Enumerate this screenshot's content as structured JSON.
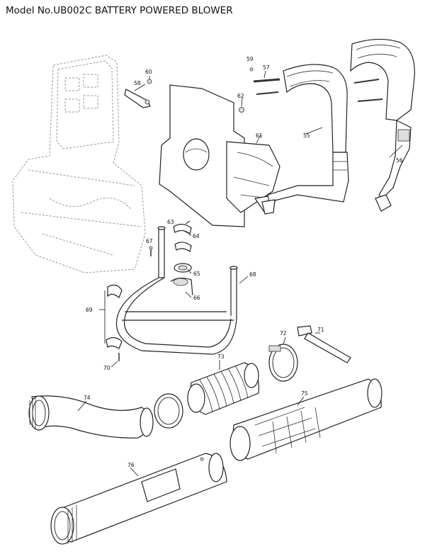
{
  "title": "Model No.UB002C BATTERY POWERED BLOWER",
  "part_numbers": {
    "p55": "55",
    "p56": "56",
    "p57": "57",
    "p58": "58",
    "p59": "59",
    "p60": "60",
    "p61": "61",
    "p62": "62",
    "p63": "63",
    "p64": "64",
    "p65": "65",
    "p66": "66",
    "p67": "67",
    "p68": "68",
    "p69": "69",
    "p70": "70",
    "p71": "71",
    "p72": "72",
    "p73": "73",
    "p74": "74",
    "p75": "75",
    "p76": "76"
  }
}
